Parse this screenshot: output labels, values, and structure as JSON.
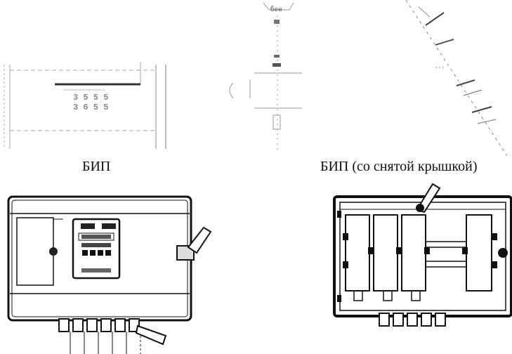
{
  "captions": {
    "left": "БИП",
    "right": "БИП (со снятой крышкой)"
  },
  "top_view_digits": {
    "row1": "3 5 5 5",
    "row2": "3 6 5 5"
  },
  "colors": {
    "ink": "#111111",
    "faint": "#9a9a9a",
    "paper": "#ffffff"
  }
}
